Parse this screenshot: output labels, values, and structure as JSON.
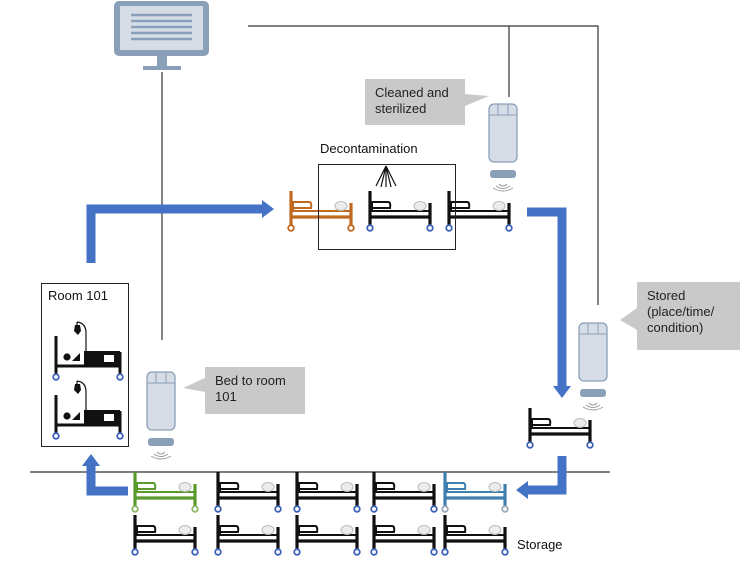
{
  "diagram": {
    "type": "hospital bed tracking workflow",
    "labels": {
      "room": "Room 101",
      "decontamination": "Decontamination",
      "storage": "Storage"
    },
    "callouts": {
      "cleaned": "Cleaned and sterilized",
      "cleaned_lines": [
        "Cleaned and",
        "sterilized"
      ],
      "bed_to_room": "Bed to room 101",
      "bed_to_room_lines": [
        "Bed to room",
        "101"
      ],
      "stored": "Stored (place/time/condition)",
      "stored_lines": [
        "Stored",
        "(place/time/",
        "condition)"
      ]
    },
    "icons": {
      "monitor": "computer-monitor-icon",
      "reader": "rfid-reader-icon",
      "bed": "hospital-bed-icon",
      "occupied_bed": "occupied-bed-with-iv-icon",
      "spray": "decontamination-spray-icon"
    },
    "colors": {
      "arrow": "#4472c4",
      "bed_default": "#111111",
      "bed_contaminated": "#c0691f",
      "bed_selected": "#5a9a2a",
      "bed_returned": "#3f7fae",
      "wheel": "#3d63b8",
      "reader_body": "#d6dde6",
      "reader_border": "#8aa0b8",
      "monitor": "#8aa0b8",
      "monitor_screen": "#d6dde6",
      "callout_bg": "#c9c9c9",
      "line": "#333333"
    },
    "storage_rows": [
      [
        "green",
        "black",
        "black",
        "black",
        "blue"
      ],
      [
        "black",
        "black",
        "black",
        "black",
        "black"
      ]
    ]
  }
}
